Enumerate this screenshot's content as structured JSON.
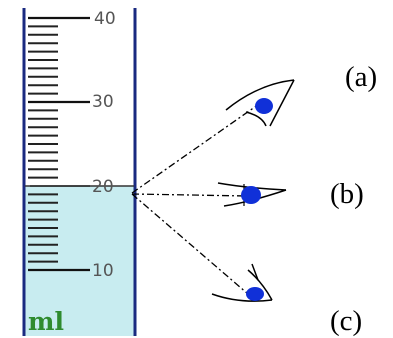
{
  "cylinder": {
    "unit": "ml",
    "scale_labels": [
      "40",
      "30",
      "20",
      "10"
    ],
    "liquid_level_ml": 20,
    "liquid_color": "#c8ecf0",
    "wall_color": "#1a2a80"
  },
  "views": [
    {
      "id": "a",
      "label": "(a)"
    },
    {
      "id": "b",
      "label": "(b)"
    },
    {
      "id": "c",
      "label": "(c)"
    }
  ],
  "colors": {
    "pupil": "#1030d8",
    "lines": "#000000"
  }
}
